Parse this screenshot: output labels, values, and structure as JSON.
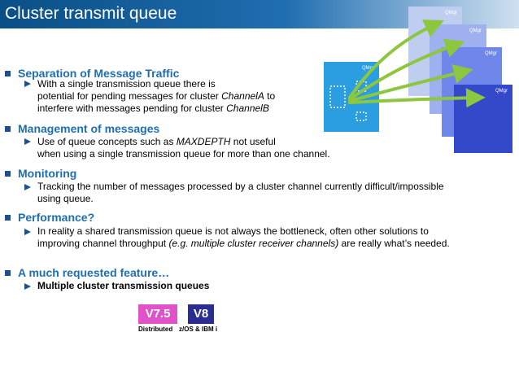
{
  "header": {
    "title": "Cluster transmit queue"
  },
  "sections": [
    {
      "heading": "Separation of Message Traffic",
      "sub": {
        "l1": "With a single transmission queue there is",
        "l2a": "potential for pending messages for cluster ",
        "l2i": "ChannelA",
        "l2b": " to",
        "l3a": "interfere with messages pending for cluster ",
        "l3i": "ChannelB"
      }
    },
    {
      "heading": "Management of messages",
      "sub": {
        "l1a": "Use of queue concepts such as ",
        "l1i": "MAXDEPTH",
        "l1b": " not useful",
        "l2": "when using a single transmission queue for more than one channel."
      }
    },
    {
      "heading": "Monitoring",
      "sub": {
        "l1": "Tracking the number of messages processed by a cluster channel currently difficult/impossible",
        "l2": "using queue."
      }
    },
    {
      "heading": "Performance?",
      "sub": {
        "l1": "In reality a shared transmission queue is not always the bottleneck, often other solutions to",
        "l2a": "improving channel throughput ",
        "l2i": "(e.g. multiple cluster receiver channels)",
        "l2b": " are really what’s needed."
      }
    },
    {
      "heading": "A much requested feature…",
      "sub": {
        "l1": "Multiple cluster transmission queues"
      }
    }
  ],
  "badges": [
    {
      "label": "V7.5",
      "caption": "Distributed",
      "color": "#e052c8"
    },
    {
      "label": "V8",
      "caption": "z/OS &  IBM i",
      "color": "#2a2f8f"
    }
  ],
  "diagram": {
    "qmgr_label": "QMgr",
    "colors": {
      "source": "#2a9ee0",
      "arrow": "#8dc63f"
    }
  }
}
